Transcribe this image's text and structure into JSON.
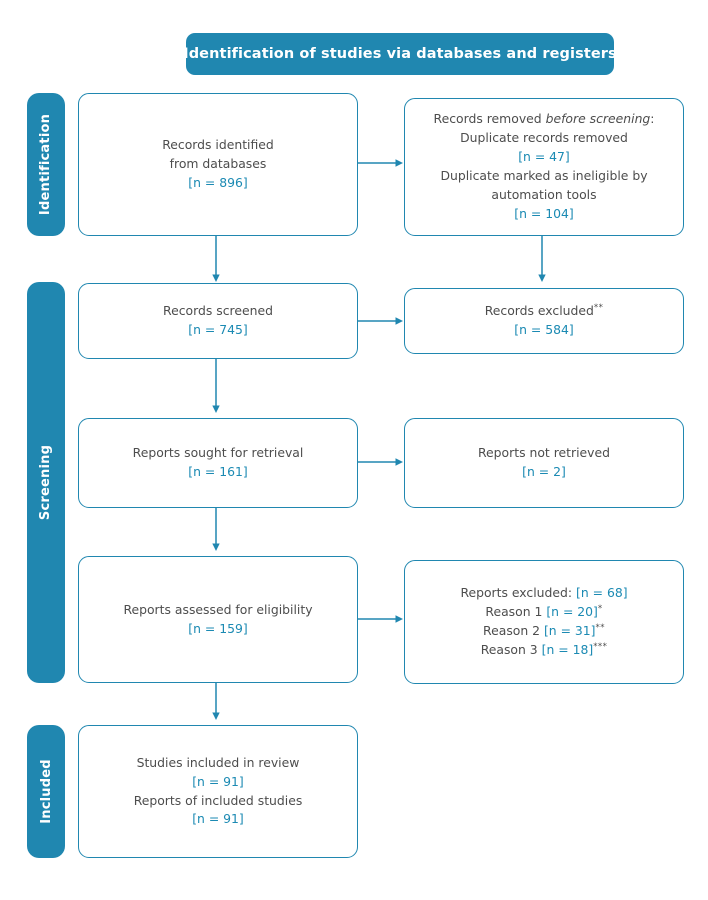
{
  "banner": {
    "title": "Identification of studies via databases and registers"
  },
  "colors": {
    "accent": "#2087b0",
    "number": "#1b8ab3",
    "text": "#4d4d4d",
    "banner_text": "#ffffff",
    "background": "#ffffff"
  },
  "stages": [
    {
      "id": "identification",
      "label": "Identification"
    },
    {
      "id": "screening",
      "label": "Screening"
    },
    {
      "id": "included",
      "label": "Included"
    }
  ],
  "nodes": {
    "identified": {
      "lines": [
        {
          "text": "Records identified"
        },
        {
          "text": "from databases"
        },
        {
          "text": "[n = 896]",
          "style": "number"
        }
      ]
    },
    "removed": {
      "lines": [
        {
          "text": "Records removed ",
          "trailing_italic": "before screening",
          "suffix": ":"
        },
        {
          "text": "Duplicate records removed"
        },
        {
          "text": "[n = 47]",
          "style": "number"
        },
        {
          "text": "Duplicate marked as ineligible by"
        },
        {
          "text": "automation tools"
        },
        {
          "text": "[n = 104]",
          "style": "number"
        }
      ]
    },
    "screened": {
      "lines": [
        {
          "text": "Records screened"
        },
        {
          "text": "[n = 745]",
          "style": "number"
        }
      ]
    },
    "excluded": {
      "lines": [
        {
          "text": "Records excluded",
          "superscript": "**"
        },
        {
          "text": "[n = 584]",
          "style": "number"
        }
      ]
    },
    "sought": {
      "lines": [
        {
          "text": "Reports sought for retrieval"
        },
        {
          "text": "[n = 161]",
          "style": "number"
        }
      ]
    },
    "not_retrieved": {
      "lines": [
        {
          "text": "Reports not retrieved"
        },
        {
          "text": "[n = 2]",
          "style": "number"
        }
      ]
    },
    "assessed": {
      "lines": [
        {
          "text": "Reports assessed for eligibility"
        },
        {
          "text": "[n = 159]",
          "style": "number"
        }
      ]
    },
    "reports_excluded": {
      "lines": [
        {
          "label": "Reports excluded: ",
          "number": "[n = 68]",
          "superscript": ""
        },
        {
          "label": "Reason 1 ",
          "number": "[n = 20]",
          "superscript": "*"
        },
        {
          "label": "Reason 2 ",
          "number": "[n = 31]",
          "superscript": "**"
        },
        {
          "label": "Reason 3 ",
          "number": "[n = 18]",
          "superscript": "***"
        }
      ]
    },
    "included": {
      "lines": [
        {
          "text": "Studies included in review"
        },
        {
          "text": "[n = 91]",
          "style": "number"
        },
        {
          "text": "Reports of included studies"
        },
        {
          "text": "[n = 91]",
          "style": "number"
        }
      ]
    }
  },
  "arrows": [
    {
      "id": "identified-to-removed",
      "direction": "right"
    },
    {
      "id": "identified-to-screened",
      "direction": "down"
    },
    {
      "id": "removed-down",
      "direction": "down"
    },
    {
      "id": "screened-to-excluded",
      "direction": "right"
    },
    {
      "id": "screened-to-sought",
      "direction": "down"
    },
    {
      "id": "sought-to-notretrieved",
      "direction": "right"
    },
    {
      "id": "sought-to-assessed",
      "direction": "down"
    },
    {
      "id": "assessed-to-repexcluded",
      "direction": "right"
    },
    {
      "id": "assessed-to-included",
      "direction": "down"
    }
  ]
}
